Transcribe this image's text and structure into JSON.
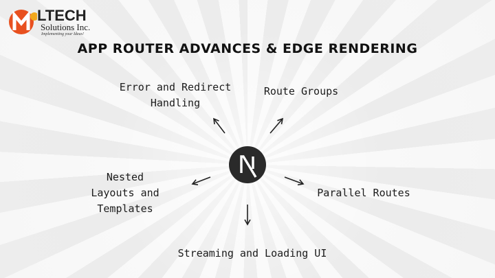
{
  "logo": {
    "brand": "LTECH",
    "subtitle": "Solutions Inc.",
    "tagline": "Implementing your Ideas!",
    "accent": "#e8501f"
  },
  "title": "APP ROUTER ADVANCES & EDGE RENDERING",
  "center": {
    "letter": "N",
    "color": "#2a2a2a"
  },
  "items": [
    {
      "line1": "Error and Redirect",
      "line2": "Handling"
    },
    {
      "line1": "Route Groups"
    },
    {
      "line1": "Nested",
      "line2": "Layouts and",
      "line3": "Templates"
    },
    {
      "line1": "Parallel Routes"
    },
    {
      "line1": "Streaming and Loading UI"
    }
  ]
}
